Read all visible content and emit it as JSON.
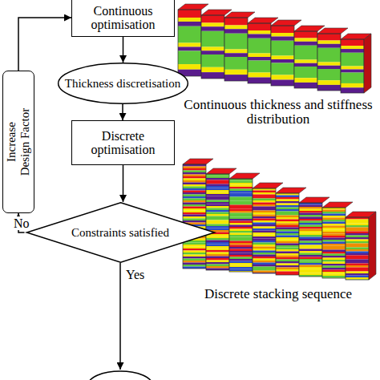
{
  "diagram": {
    "nodes": [
      {
        "text": [
          "Continuous optimisation"
        ]
      },
      {
        "text": [
          "Thickness discretisation"
        ]
      },
      {
        "text": [
          "Discrete optimisation"
        ]
      },
      {
        "text": [
          "Constraints satisfied"
        ]
      },
      {
        "text": [
          "Increase Design Factor"
        ]
      }
    ],
    "edges": [
      {
        "from": 0,
        "to": 1,
        "arrow": "to"
      },
      {
        "from": 1,
        "to": 2,
        "arrow": "to"
      },
      {
        "from": 2,
        "to": 3,
        "arrow": "to"
      },
      {
        "from": 3,
        "to": 4,
        "label": "No",
        "arrow": "to"
      },
      {
        "from": 4,
        "to": 0,
        "arrow": "to"
      }
    ],
    "labels": [
      "Yes",
      "Continuous thickness and stiffness distribution",
      "Discrete stacking sequence"
    ]
  }
}
